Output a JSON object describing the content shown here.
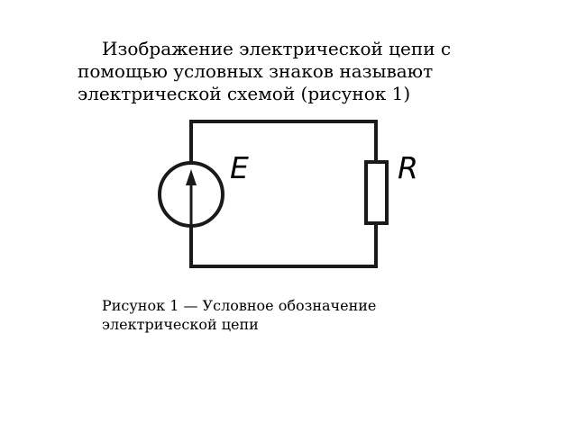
{
  "text": {
    "lines": [
      "Изображение электрической цепи с",
      "помощью условных знаков называют",
      "электрической схемой (рисунок 1)"
    ]
  },
  "diagram": {
    "source_label": "E",
    "resistor_label": "R"
  },
  "caption": {
    "lines": [
      "Рисунок 1 — Условное обозначение",
      "электрической цепи"
    ]
  }
}
